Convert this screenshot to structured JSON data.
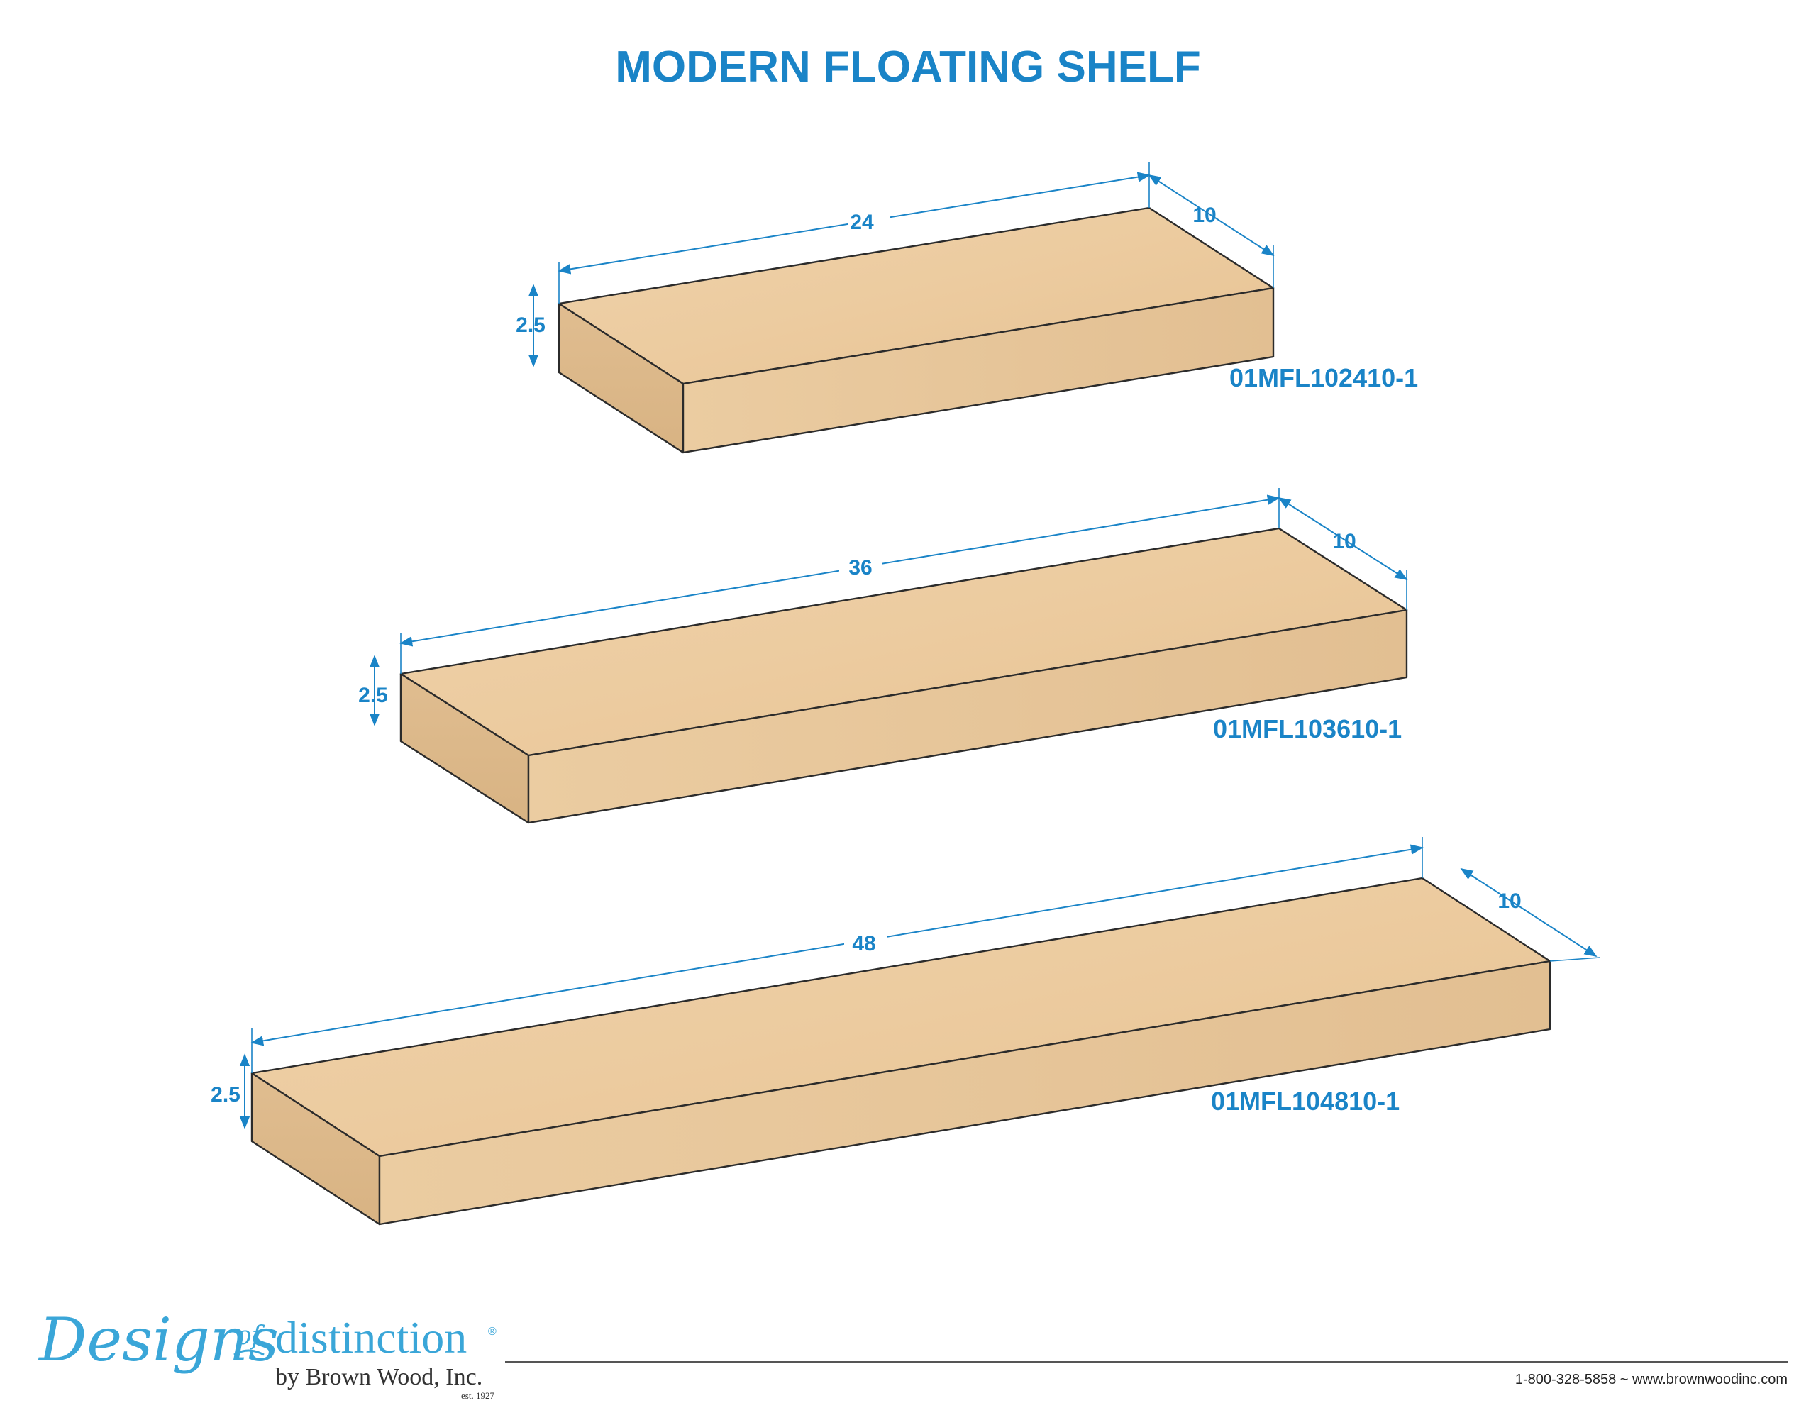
{
  "title": "MODERN FLOATING SHELF",
  "colors": {
    "accent": "#1a84c7",
    "wood_top": "#eccb9f",
    "wood_front": "#e8c89c",
    "wood_side": "#dcb78a",
    "edge": "#2b2b2b"
  },
  "shelves": [
    {
      "sku": "01MFL102410-1",
      "length": "24",
      "depth": "10",
      "thickness": "2.5"
    },
    {
      "sku": "01MFL103610-1",
      "length": "36",
      "depth": "10",
      "thickness": "2.5"
    },
    {
      "sku": "01MFL104810-1",
      "length": "48",
      "depth": "10",
      "thickness": "2.5"
    }
  ],
  "footer": {
    "brand_designs": "Designs",
    "brand_of": "of",
    "brand_distinction": "distinction",
    "brand_reg": "®",
    "brand_by": "by Brown Wood, Inc.",
    "brand_est": "est. 1927",
    "contact": "1-800-328-5858 ~ www.brownwoodinc.com"
  }
}
